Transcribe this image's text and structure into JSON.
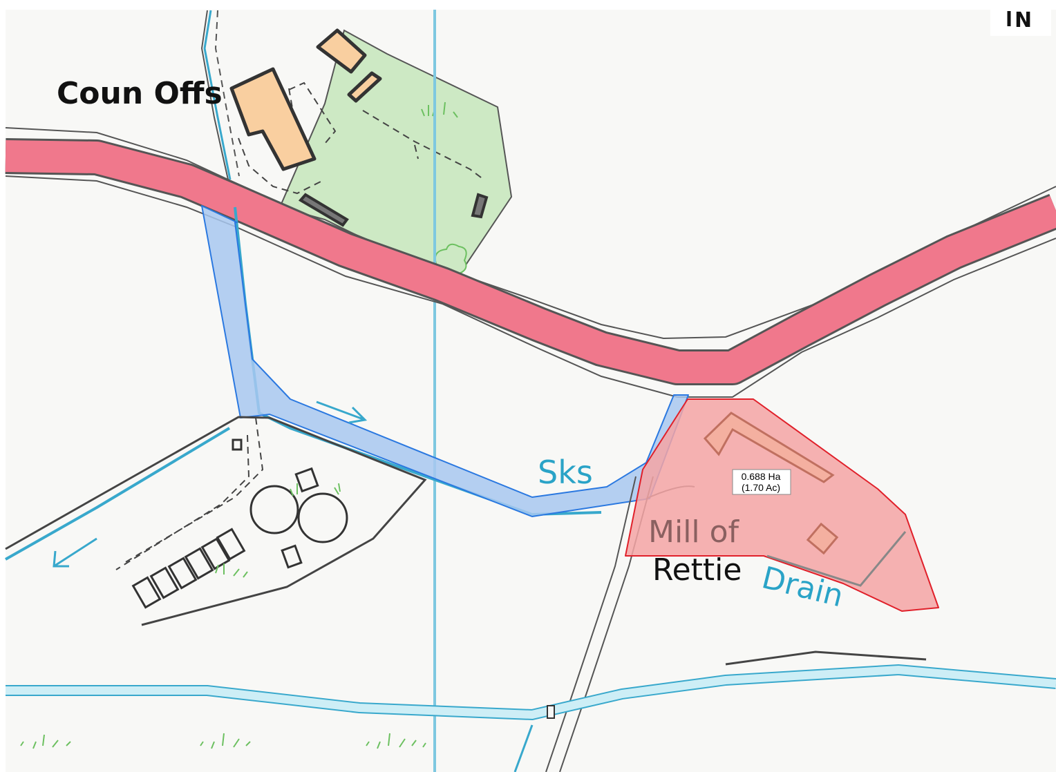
{
  "labels": {
    "coun_offs": "Coun Offs",
    "sks": "Sks",
    "mill_of": "Mill of",
    "rettie": "Rettie",
    "drain": "Drain"
  },
  "north_indicator": {
    "text": "N"
  },
  "site_area": {
    "hectares": "0.688 Ha",
    "acres": "(1.70 Ac)"
  },
  "colors": {
    "background": "#f8f8f6",
    "road_fill": "#f0788c",
    "road_casing": "#555555",
    "site_fill": "#f4a4a4",
    "site_outline": "#e0202a",
    "access_fill": "#a8c8f0",
    "access_outline": "#2a78e0",
    "water": "#38a8cc",
    "river_fill": "#cdeef6",
    "vegetation": "#cde9c4",
    "vegetation_outline": "#6cc060",
    "building_fill": "#f9cfa0",
    "grid_line": "#7ec8e0",
    "text_dark": "#111111",
    "text_blue": "#2aa3c7"
  }
}
